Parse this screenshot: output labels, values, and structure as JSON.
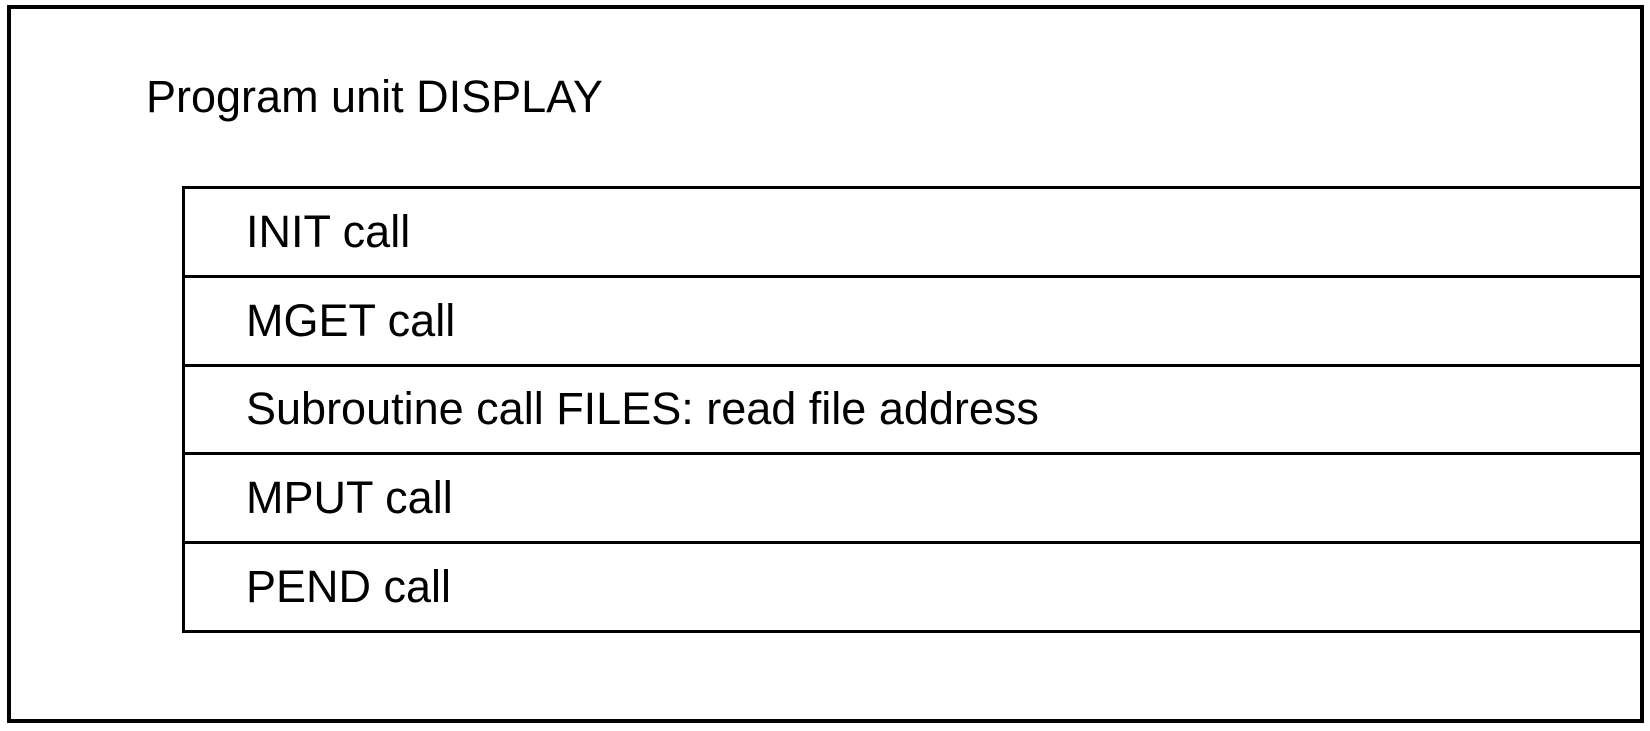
{
  "diagram": {
    "title": "Program unit DISPLAY",
    "rows": [
      {
        "label": "INIT call"
      },
      {
        "label": "MGET call"
      },
      {
        "label": "Subroutine call FILES: read file address"
      },
      {
        "label": "MPUT call"
      },
      {
        "label": "PEND call"
      }
    ],
    "colors": {
      "border": "#000000",
      "background": "#ffffff",
      "text": "#000000"
    }
  }
}
